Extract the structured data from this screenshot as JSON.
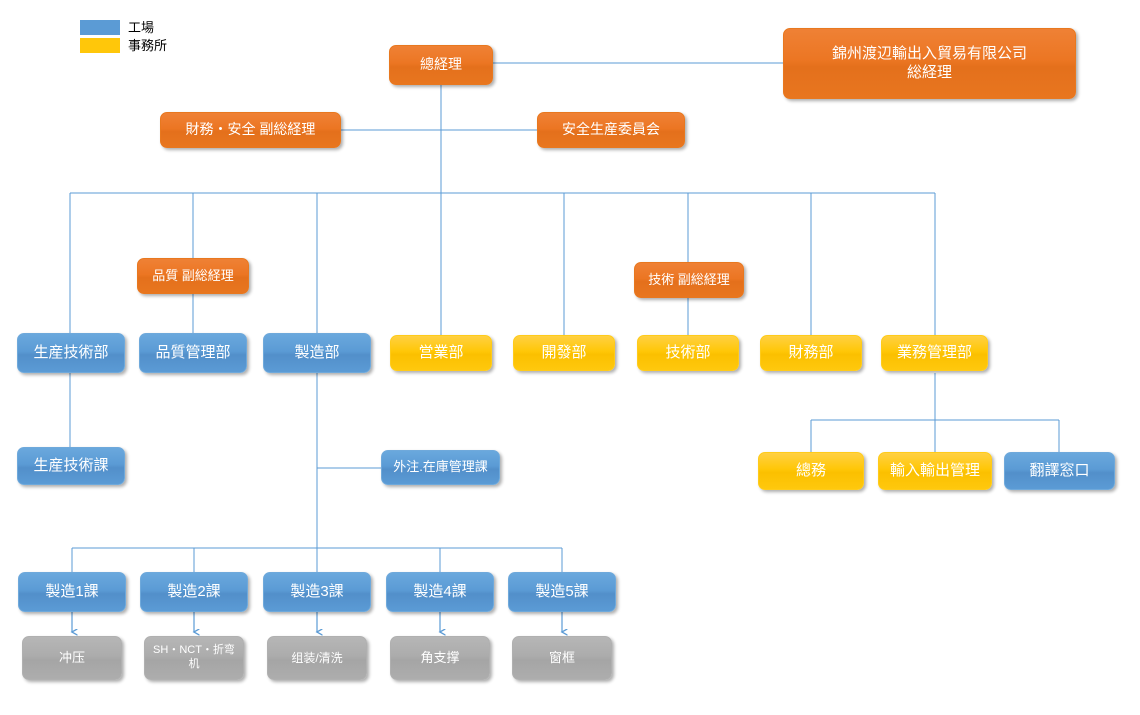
{
  "legend": {
    "items": [
      {
        "label": "工場",
        "color": "#5b9bd5",
        "key": "factory"
      },
      {
        "label": "事務所",
        "color": "#ffc70a",
        "key": "office"
      }
    ]
  },
  "colors": {
    "orange": "#ea7523",
    "blue": "#5b9bd5",
    "yellow": "#ffc70a",
    "gray": "#a9a9a9",
    "line": "#5b9bd5",
    "text": "#ffffff"
  },
  "nodes": {
    "general_manager": "總経理",
    "parent_company": "錦州渡辺輸出入貿易有限公司\n総経理",
    "finance_safety_vp": "財務・安全 副総経理",
    "safety_production_committee": "安全生産委員会",
    "quality_vp": "品質 副総経理",
    "technology_vp": "技術 副総経理",
    "dept_production_tech": "生産技術部",
    "dept_quality_control": "品質管理部",
    "dept_manufacturing": "製造部",
    "dept_sales": "営業部",
    "dept_development": "開發部",
    "dept_technology": "技術部",
    "dept_finance": "財務部",
    "dept_business_admin": "業務管理部",
    "sec_production_tech": "生産技術課",
    "sec_outsourcing_inventory": "外注.在庫管理課",
    "sec_general_affairs": "總務",
    "sec_import_export": "輸入輸出管理",
    "sec_translation_desk": "翻譯窓口",
    "mfg_section_1": "製造1課",
    "mfg_section_2": "製造2課",
    "mfg_section_3": "製造3課",
    "mfg_section_4": "製造4課",
    "mfg_section_5": "製造5課",
    "proc_stamping": "冲压",
    "proc_sh_nct_bending": "SH・NCT・折弯机",
    "proc_assembly_cleaning": "组装/清洗",
    "proc_corner_support": "角支撑",
    "proc_window_frame": "窗框"
  }
}
